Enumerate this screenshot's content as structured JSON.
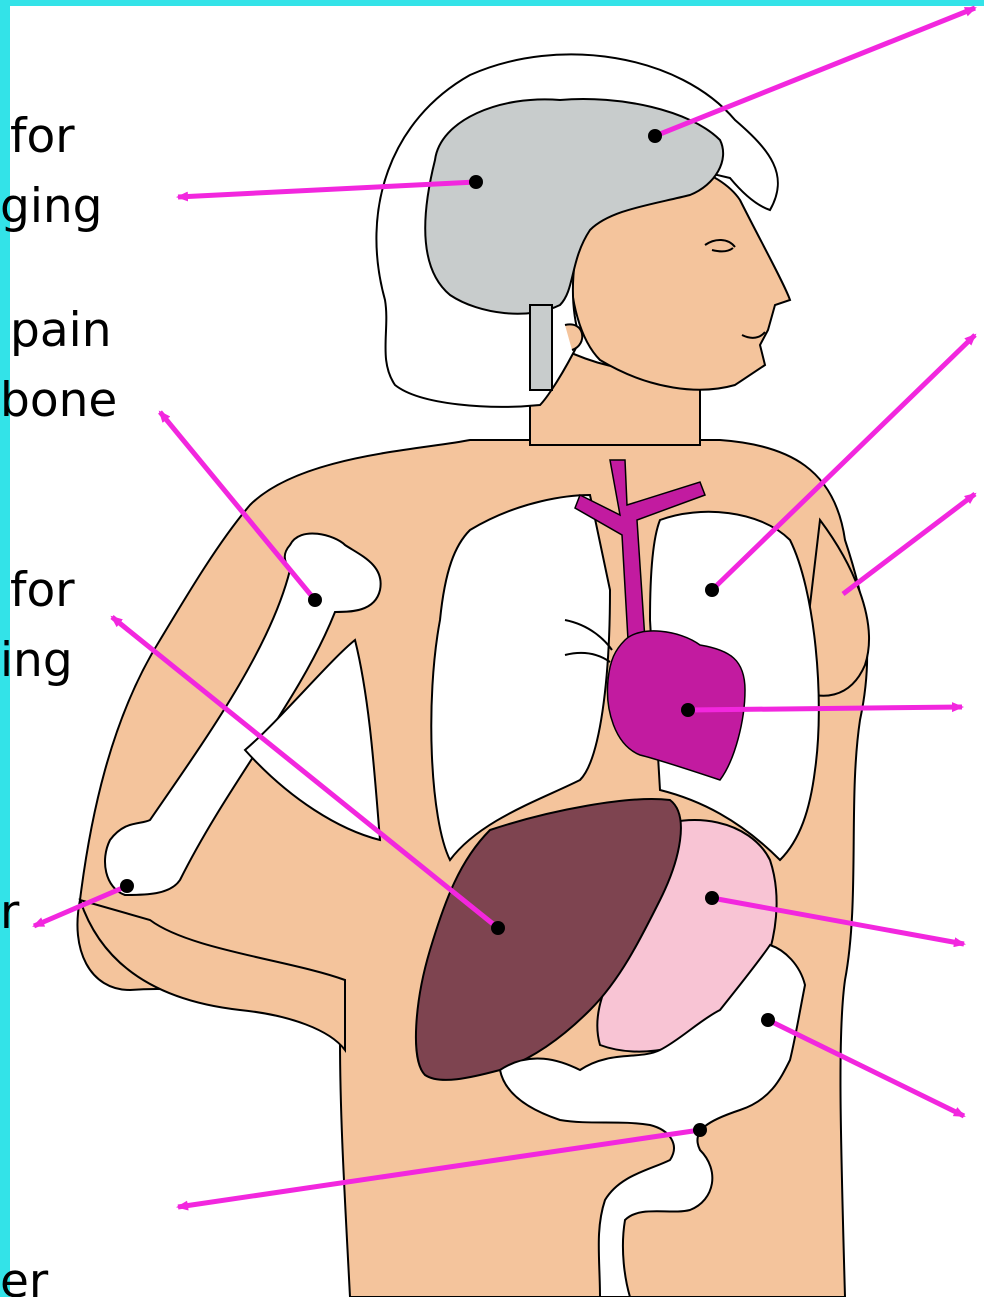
{
  "labels": {
    "brain_left_1": "for",
    "brain_left_2": "ging",
    "bone_1": "pain",
    "bone_2": "bone",
    "liver_1": "for",
    "liver_2": "ing",
    "elbow": "r",
    "bottom": "er"
  },
  "organ_colors": {
    "skin": "#f4c49c",
    "brain": "#c8cccc",
    "lungs": "#ffffff",
    "heart_and_vessels": "#c21ba0",
    "liver": "#7e4450",
    "stomach": "#f8c4d4",
    "intestines": "#ffffff",
    "arrows": "#f227de",
    "border": "#33e3e8",
    "background": "#ffffff"
  },
  "icons": [
    "arrow-icon",
    "anchor-dot-icon"
  ]
}
